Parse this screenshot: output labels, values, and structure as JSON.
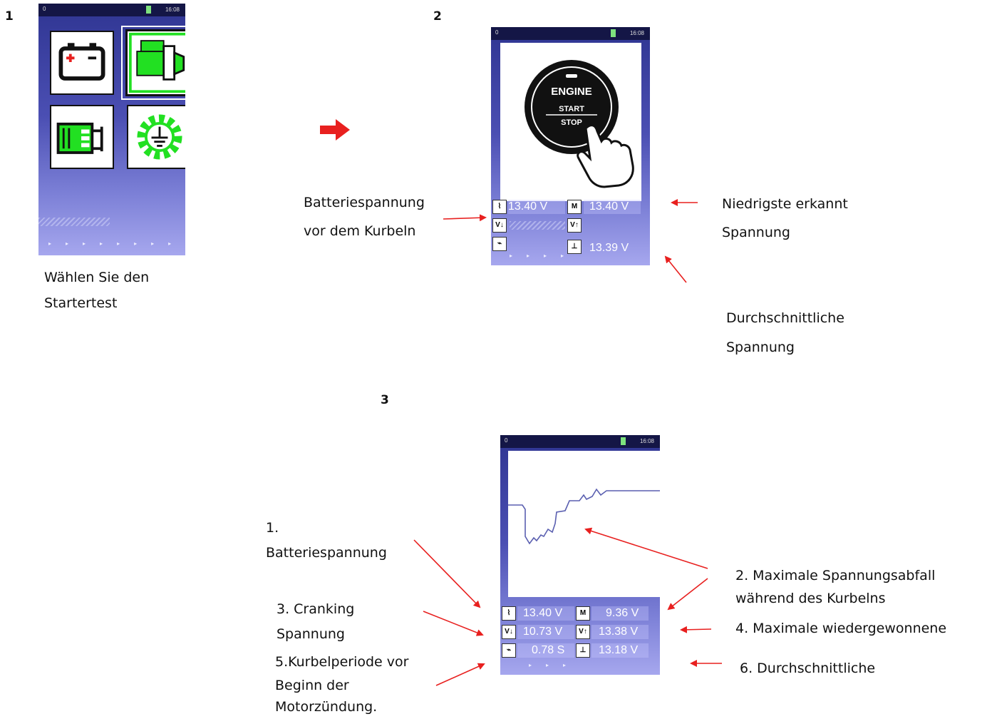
{
  "step_numbers": [
    "1",
    "2",
    "3"
  ],
  "device": {
    "user_count": "0",
    "time": "16:08"
  },
  "screen2": {
    "button": {
      "line1": "ENGINE",
      "line2": "START",
      "line3": "STOP"
    },
    "readings": {
      "battery_before": "13.40 V",
      "lowest": "13.40 V",
      "average": "13.39 V"
    }
  },
  "screen3": {
    "readings": {
      "battery": "13.40 V",
      "max_drop": "9.36 V",
      "cranking": "10.73 V",
      "max_recovered": "13.38 V",
      "period": "0.78 S",
      "average": "13.18 V"
    }
  },
  "labels": {
    "select_test": [
      "Wählen Sie den",
      "Startertest"
    ],
    "battery_before": [
      "Batteriespannung",
      "vor dem Kurbeln"
    ],
    "lowest": [
      "Niedrigste erkannt",
      "Spannung"
    ],
    "average": [
      "Durchschnittliche",
      "Spannung"
    ],
    "l1": [
      "1.",
      "Batteriespannung"
    ],
    "l2": [
      "2. Maximale Spannungsabfall",
      "während des Kurbelns"
    ],
    "l3": [
      "3. Cranking",
      "Spannung"
    ],
    "l4": "4. Maximale wiedergewonnene",
    "l5": [
      "5.Kurbelperiode vor",
      "Beginn der",
      "Motorzündung."
    ],
    "l6": "6. Durchschnittliche"
  },
  "colors": {
    "arrow": "#e8201f",
    "screen_dark": "#2f3592",
    "screen_light": "#a6a7ee",
    "tile_green": "#22e022"
  }
}
